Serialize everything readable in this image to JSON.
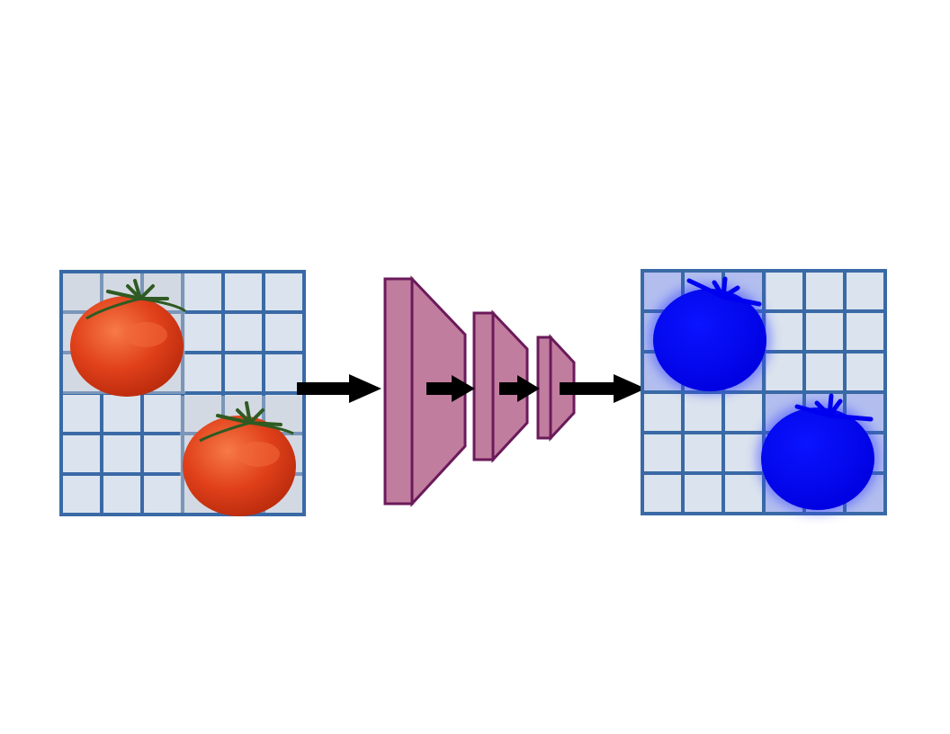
{
  "colors": {
    "background": "#ffffff",
    "grid_fill": "#dbe3ee",
    "grid_line": "#3a6aa6",
    "tomato_red": "#e0401a",
    "tomato_highlight": "#f26a3c",
    "tomato_stem": "#2f5a22",
    "tomato_mask_blue": "#0000f0",
    "mask_glow": "#4a5cf0",
    "network_fill": "#c17d9e",
    "network_stroke": "#6a1a5a",
    "arrow": "#000000"
  },
  "diagram": {
    "input_image": {
      "grid_rows": 6,
      "grid_cols": 6,
      "objects": [
        {
          "name": "tomato",
          "count": 2
        }
      ]
    },
    "network": {
      "type": "encoder",
      "stages": 3
    },
    "output_image": {
      "grid_rows": 6,
      "grid_cols": 6,
      "objects": [
        {
          "name": "tomato-mask",
          "count": 2
        }
      ]
    },
    "arrows": 4
  }
}
